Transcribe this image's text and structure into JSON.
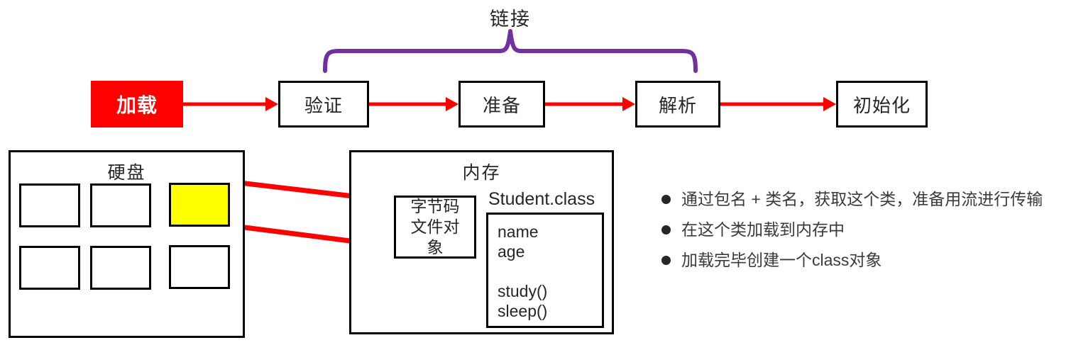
{
  "flow": {
    "link_label": "链接",
    "stages": [
      {
        "label": "加载",
        "highlighted": true
      },
      {
        "label": "验证",
        "highlighted": false
      },
      {
        "label": "准备",
        "highlighted": false
      },
      {
        "label": "解析",
        "highlighted": false
      },
      {
        "label": "初始化",
        "highlighted": false
      }
    ]
  },
  "disk": {
    "title": "硬盘",
    "cell_count": 6,
    "highlighted_cell_index": 3
  },
  "memory": {
    "title": "内存",
    "bytecode_object_label": "字节码文件对象",
    "class_box": {
      "name": "Student.class",
      "fields": [
        "name",
        "age"
      ],
      "methods": [
        "study()",
        "sleep()"
      ]
    }
  },
  "notes": {
    "bullet_icon": "filled-circle",
    "items": [
      "通过包名 + 类名，获取这个类，准备用流进行传输",
      "在这个类加载到内存中",
      "加载完毕创建一个class对象"
    ]
  },
  "colors": {
    "arrow_red": "#FF0000",
    "brace_purple": "#7030A0",
    "highlight_yellow": "#FFFF00",
    "stage_highlight_bg": "#FF0000",
    "box_border": "#000000",
    "text_dark": "#3A3A3A"
  }
}
